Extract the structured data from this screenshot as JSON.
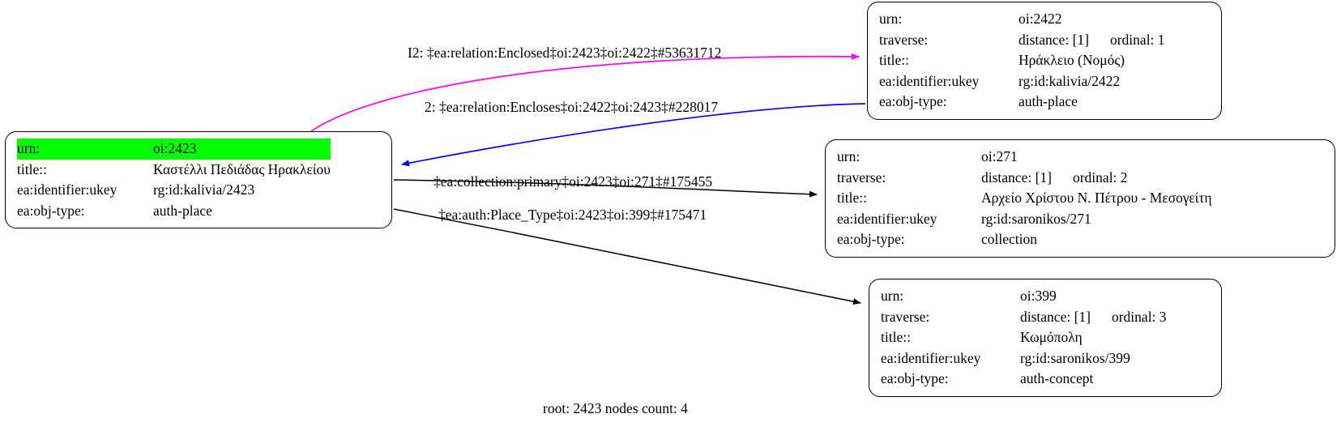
{
  "diagram": {
    "caption": "root: 2423 nodes count: 4",
    "colors": {
      "highlight": "#00ff00",
      "edge_enclosed": "#ff00ff",
      "edge_encloses": "#0000ff",
      "edge_default": "#000000",
      "node_border": "#000000",
      "background": "#ffffff"
    },
    "field_labels": {
      "urn": "urn:",
      "traverse": "traverse:",
      "title": "title::",
      "ukey": "ea:identifier:ukey",
      "objtype": "ea:obj-type:"
    },
    "nodes": [
      {
        "id": "root",
        "highlighted": true,
        "urn": "oi:2423",
        "title": "Καστέλλι Πεδιάδας Ηρακλείου",
        "ukey": "rg:id:kalivia/2423",
        "objtype": "auth-place"
      },
      {
        "id": "2422",
        "highlighted": false,
        "urn": "oi:2422",
        "traverse_distance": "distance: [1]",
        "traverse_ordinal": "ordinal: 1",
        "title": "Ηράκλειο (Νομός)",
        "ukey": "rg:id:kalivia/2422",
        "objtype": "auth-place"
      },
      {
        "id": "271",
        "highlighted": false,
        "urn": "oi:271",
        "traverse_distance": "distance: [1]",
        "traverse_ordinal": "ordinal: 2",
        "title": "Αρχείο Χρίστου Ν. Πέτρου - Μεσογείτη",
        "ukey": "rg:id:saronikos/271",
        "objtype": "collection"
      },
      {
        "id": "399",
        "highlighted": false,
        "urn": "oi:399",
        "traverse_distance": "distance: [1]",
        "traverse_ordinal": "ordinal: 3",
        "title": "Κωμόπολη",
        "ukey": "rg:id:saronikos/399",
        "objtype": "auth-concept"
      }
    ],
    "edges": [
      {
        "id": "enclosed",
        "label": "I2: ‡ea:relation:Enclosed‡oi:2423‡oi:2422‡#53631712",
        "color": "#ff00ff",
        "from": "root",
        "to": "2422"
      },
      {
        "id": "encloses",
        "label": "2: ‡ea:relation:Encloses‡oi:2422‡oi:2423‡#228017",
        "color": "#0000ff",
        "from": "2422",
        "to": "root"
      },
      {
        "id": "collection-primary",
        "label": "‡ea:collection:primary‡oi:2423‡oi:271‡#175455",
        "color": "#000000",
        "from": "root",
        "to": "271"
      },
      {
        "id": "auth-place-type",
        "label": "‡ea:auth:Place_Type‡oi:2423‡oi:399‡#175471",
        "color": "#000000",
        "from": "root",
        "to": "399"
      }
    ]
  }
}
